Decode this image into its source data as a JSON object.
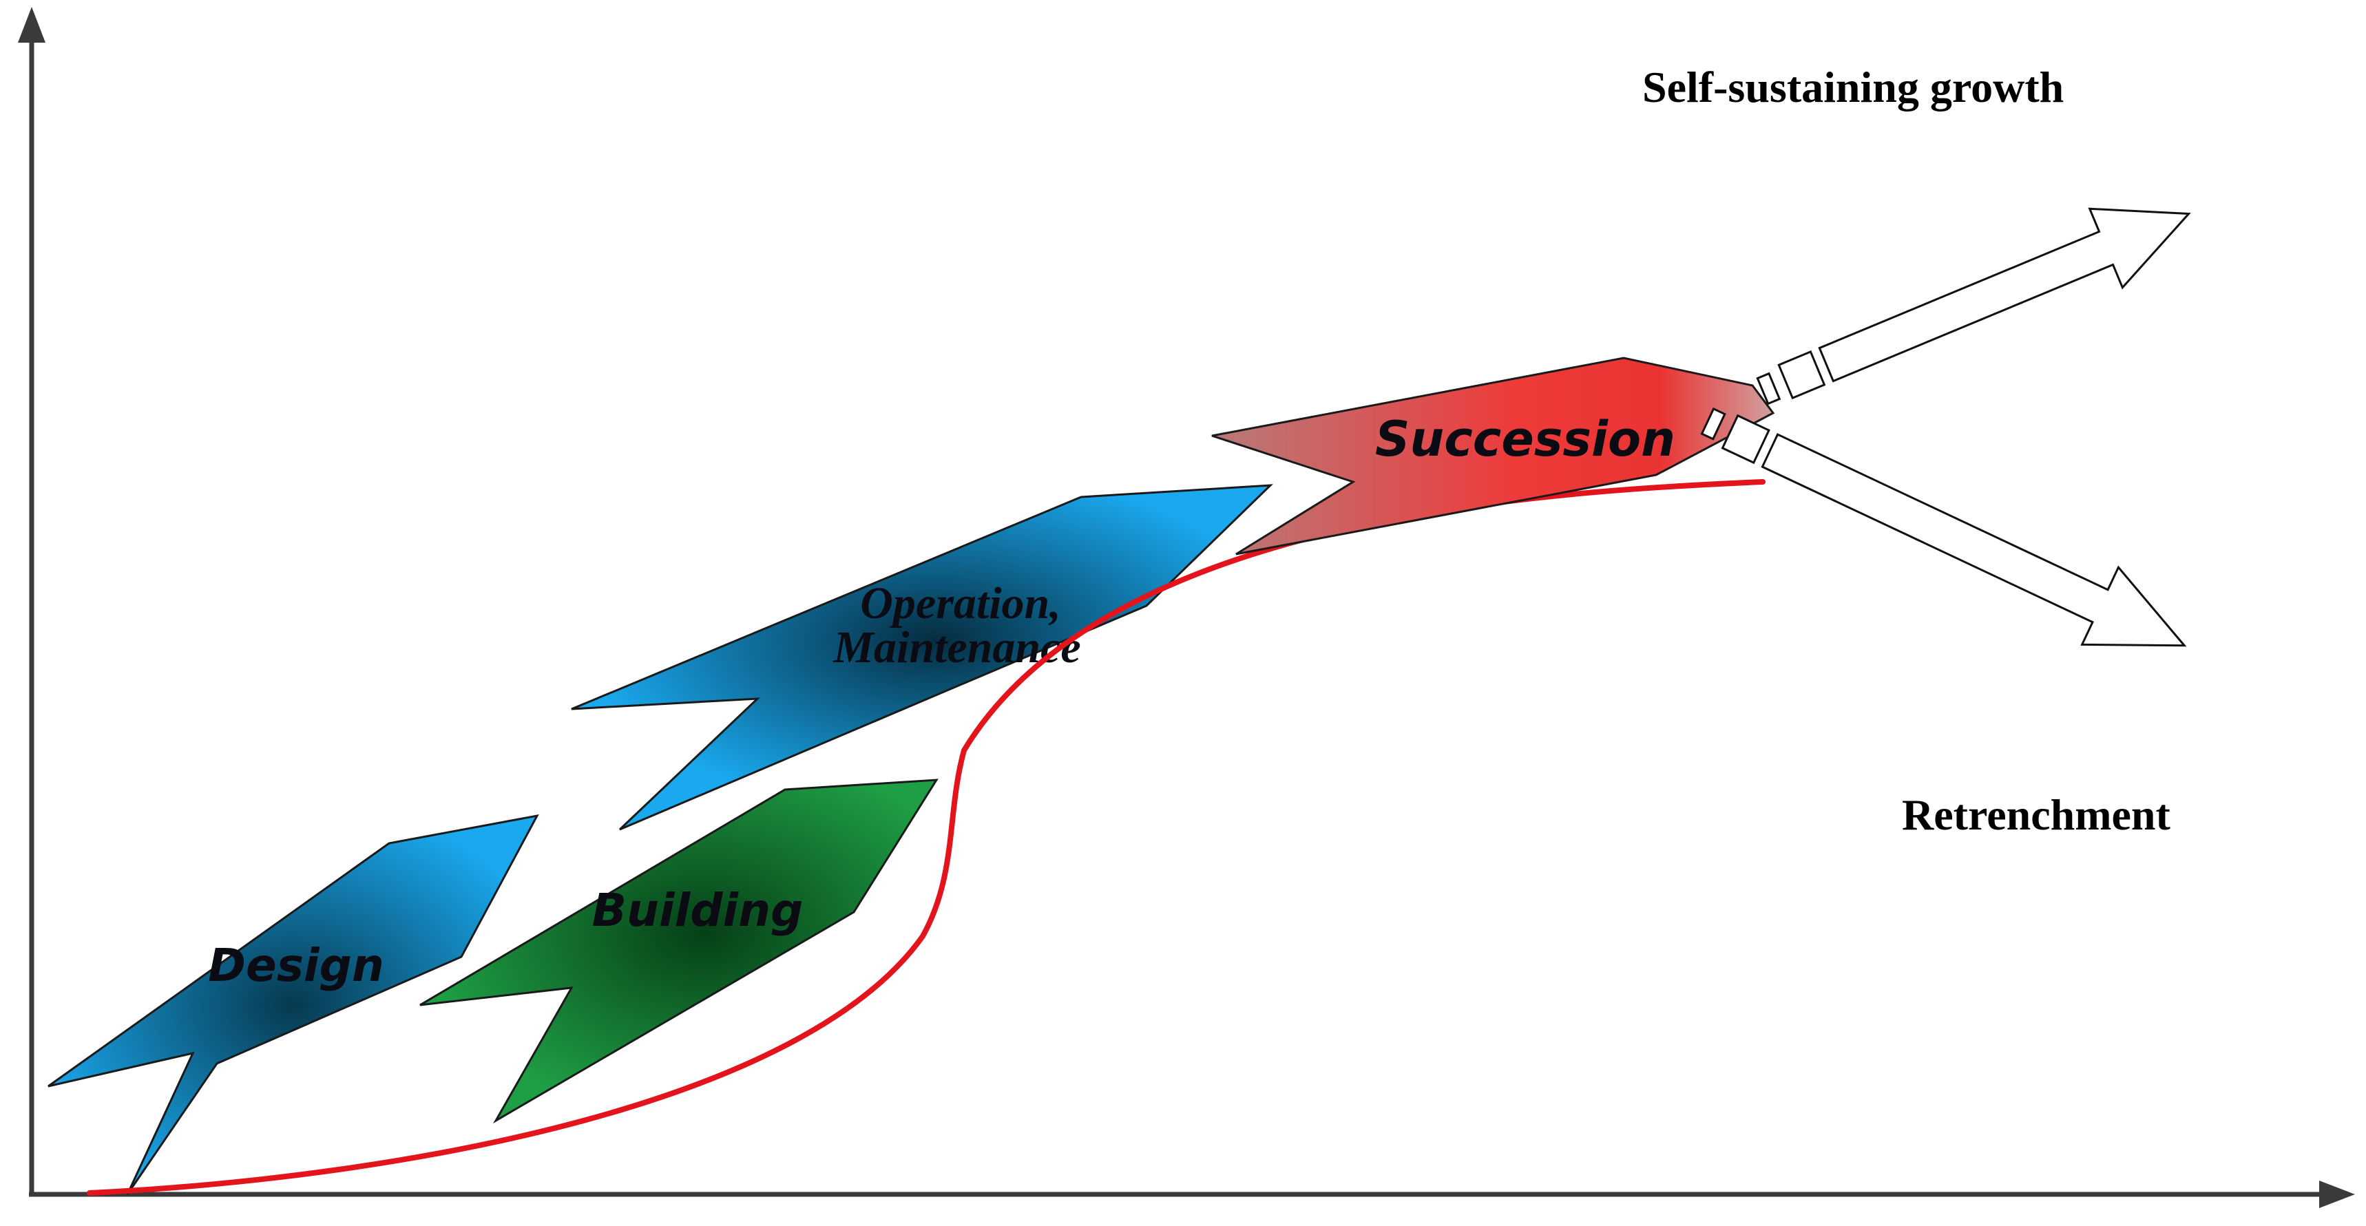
{
  "labels": {
    "design": "Design",
    "building": "Building",
    "operation_line1": "Operation,",
    "operation_line2": "Maintenance",
    "succession": "Succession",
    "self_sustaining": "Self-sustaining growth",
    "retrenchment": "Retrenchment"
  },
  "colors": {
    "design_light": "#1aa8ee",
    "design_dark": "#07394f",
    "building_light": "#1f9f45",
    "building_dark": "#064017",
    "operation_light": "#1aa8ee",
    "operation_dark": "#052d40",
    "succession_left": "#b87a7a",
    "succession_mid": "#ef3a3a",
    "succession_right": "#d0a0a0",
    "curve": "#e3141c",
    "axis": "#3a3a3a"
  }
}
